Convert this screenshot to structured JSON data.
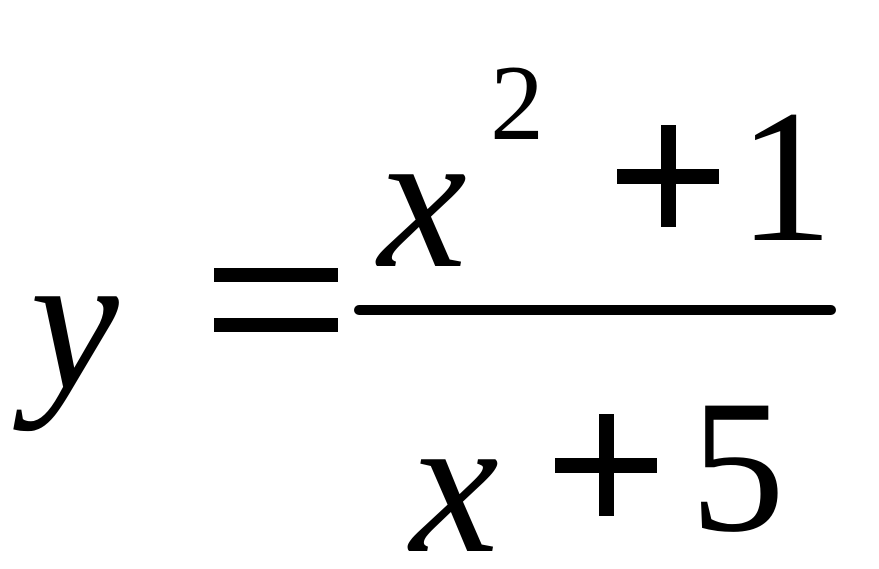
{
  "equation": {
    "lhs": "y",
    "operator": "=",
    "numerator": {
      "variable": "x",
      "exponent": "2",
      "operator": "+",
      "constant": "1"
    },
    "denominator": {
      "variable": "x",
      "operator": "+",
      "constant": "5"
    }
  }
}
